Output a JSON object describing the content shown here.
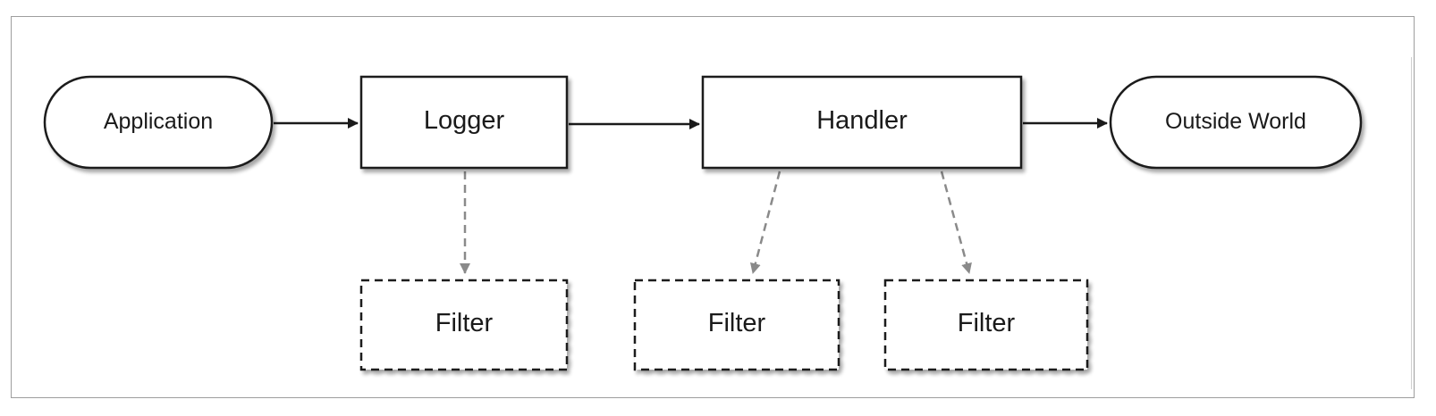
{
  "nodes": {
    "application": {
      "label": "Application"
    },
    "logger": {
      "label": "Logger"
    },
    "handler": {
      "label": "Handler"
    },
    "outside_world": {
      "label": "Outside World"
    },
    "filter_logger": {
      "label": "Filter"
    },
    "filter_handler_1": {
      "label": "Filter"
    },
    "filter_handler_2": {
      "label": "Filter"
    }
  },
  "colors": {
    "stroke": "#1a1a1a",
    "dashed_arrow": "#8a8a8a",
    "shadow": "#bdbdbd"
  }
}
